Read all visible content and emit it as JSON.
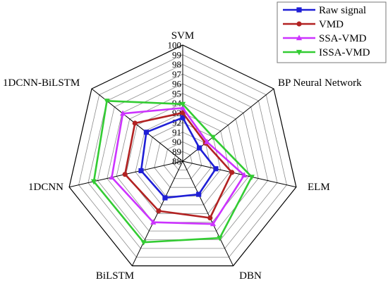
{
  "chart_data": {
    "type": "radar",
    "title": "",
    "axes": [
      "SVM",
      "BP Neural Network",
      "ELM",
      "DBN",
      "BiLSTM",
      "1DCNN",
      "1DCNN-BiLSTM"
    ],
    "range": [
      88,
      100
    ],
    "ticks": [
      "88",
      "89",
      "90",
      "91",
      "92",
      "93",
      "94",
      "95",
      "96",
      "97",
      "98",
      "99",
      "100"
    ],
    "grid": true,
    "legend_position": "top-right",
    "series": [
      {
        "name": "Raw signal",
        "color": "#1f1fd6",
        "marker": "square",
        "values": [
          92.5,
          90.2,
          91.5,
          91.8,
          92.2,
          92.4,
          92.8
        ]
      },
      {
        "name": "VMD",
        "color": "#b22222",
        "marker": "circle",
        "values": [
          93.0,
          91.0,
          93.2,
          94.5,
          93.7,
          94.1,
          94.3
        ]
      },
      {
        "name": "SSA-VMD",
        "color": "#cc33ff",
        "marker": "triangle-up",
        "values": [
          93.5,
          91.2,
          94.5,
          95.2,
          95.0,
          95.5,
          95.9
        ]
      },
      {
        "name": "ISSA-VMD",
        "color": "#33cc33",
        "marker": "triangle-down",
        "values": [
          93.9,
          92.0,
          95.3,
          96.8,
          97.3,
          97.4,
          98.0
        ]
      }
    ]
  }
}
